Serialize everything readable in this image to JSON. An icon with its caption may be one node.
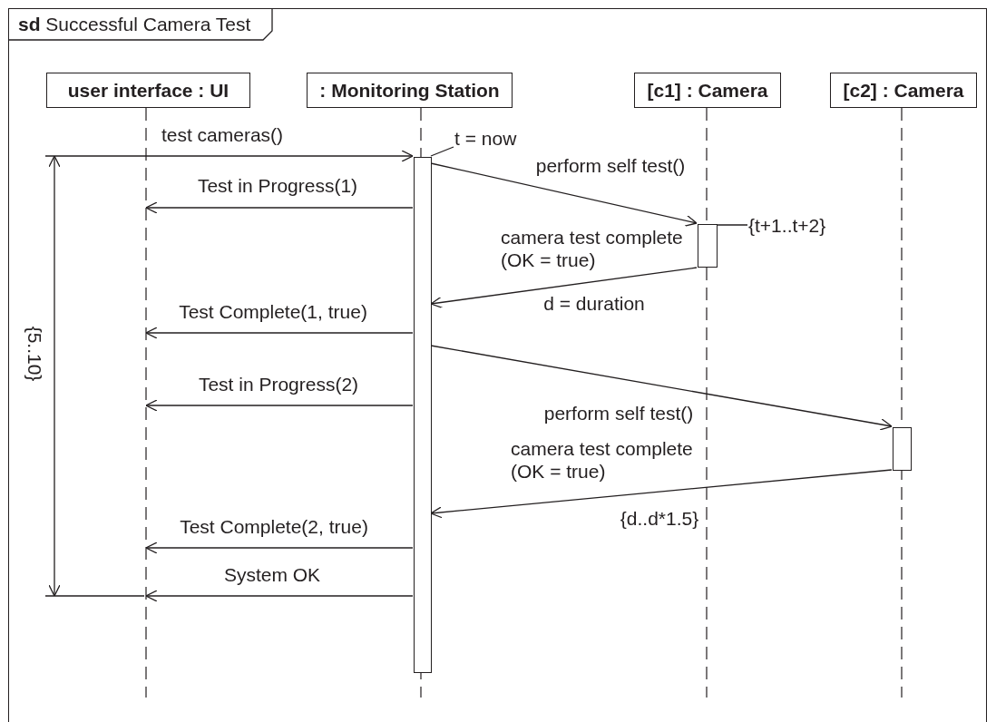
{
  "diagram": {
    "nodes": [
      {
        "text": [
          "**sd** Successful Camera Test"
        ]
      },
      {
        "text": [
          "user interface : UI"
        ],
        "in": 0
      },
      {
        "text": [
          ": Monitoring Station"
        ],
        "in": 0
      },
      {
        "text": [
          "[c1] : Camera"
        ],
        "in": 0
      },
      {
        "text": [
          "[c2] : Camera"
        ],
        "in": 0
      },
      {
        "text": [],
        "shape": "line",
        "in": 0
      },
      {
        "text": [],
        "shape": "line",
        "in": 0
      },
      {
        "text": [],
        "shape": "line",
        "in": 0
      },
      {
        "text": [],
        "shape": "line",
        "in": 0
      },
      {
        "text": [
          "t = now"
        ],
        "in": 0
      },
      {
        "text": [],
        "shape": "bar",
        "in": 0
      },
      {
        "text": [
          "{t+1..t+2}"
        ],
        "in": 0
      },
      {
        "text": [],
        "shape": "bar",
        "in": 0
      },
      {
        "text": [],
        "shape": "bar",
        "in": 0
      }
    ],
    "edges": [
      {
        "from": null,
        "to": 10,
        "arrow": "to",
        "label": "test cameras()"
      },
      {
        "from": 9,
        "to": 10,
        "arrow": "none"
      },
      {
        "from": 10,
        "to": 12,
        "arrow": "to",
        "label": "perform self test()"
      },
      {
        "from": 10,
        "to": 5,
        "arrow": "to",
        "label": "Test in Progress(1)"
      },
      {
        "from": 11,
        "to": 12,
        "arrow": "none"
      },
      {
        "from": 12,
        "to": 10,
        "arrow": "to",
        "label": "camera test complete (OK = true)"
      },
      {
        "from": 10,
        "to": 5,
        "arrow": "to",
        "label": "Test Complete(1, true)"
      },
      {
        "from": 10,
        "to": 13,
        "arrow": "to",
        "label": "perform self test()"
      },
      {
        "from": 10,
        "to": 5,
        "arrow": "to",
        "label": "Test in Progress(2)"
      },
      {
        "from": 13,
        "to": 10,
        "arrow": "to",
        "label": "camera test complete (OK = true)"
      },
      {
        "from": 10,
        "to": 5,
        "arrow": "to",
        "label": "Test Complete(2, true)"
      },
      {
        "from": 10,
        "to": 5,
        "arrow": "to",
        "label": "System OK"
      }
    ],
    "labels": [
      "d = duration",
      "{5..10}",
      "{d..d*1.5}"
    ]
  }
}
